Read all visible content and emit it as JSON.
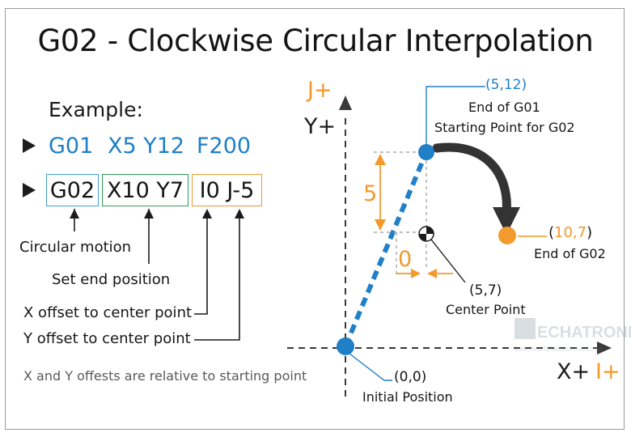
{
  "title": "G02 - Clockwise Circular Interpolation",
  "example": {
    "heading": "Example:",
    "line1": {
      "g": "G01",
      "xy": "X5 Y12",
      "f": "F200"
    },
    "line2": {
      "g": "G02",
      "xy": "X10 Y7",
      "ij": "I0 J-5"
    }
  },
  "labels": {
    "circular_motion": "Circular motion",
    "set_end": "Set end position",
    "x_offset": "X offset to center point",
    "y_offset": "Y offset to center point"
  },
  "note": "X and Y offests are relative to starting point",
  "axes": {
    "j_plus": "J+",
    "y_plus": "Y+",
    "x_plus": "X+",
    "i_plus": "I+"
  },
  "points": {
    "start": {
      "coord": "(5,12)",
      "line1": "End of G01",
      "line2": "Starting Point for G02"
    },
    "end": {
      "coord_open": "(",
      "coord_value": "10,7",
      "coord_close": ")",
      "line1": "End of G02"
    },
    "center": {
      "coord": "(5,7)",
      "line1": "Center Point"
    },
    "origin": {
      "coord": "(0,0)",
      "line1": "Initial Position"
    }
  },
  "offsets": {
    "j_value": "5",
    "i_value": "0"
  },
  "watermark": {
    "logo": "MECHATRONICS",
    "url": "www.HowToMechatronics.com"
  },
  "colors": {
    "blue": "#1f7fc7",
    "orange": "#f29a2c",
    "dark": "#333333"
  }
}
